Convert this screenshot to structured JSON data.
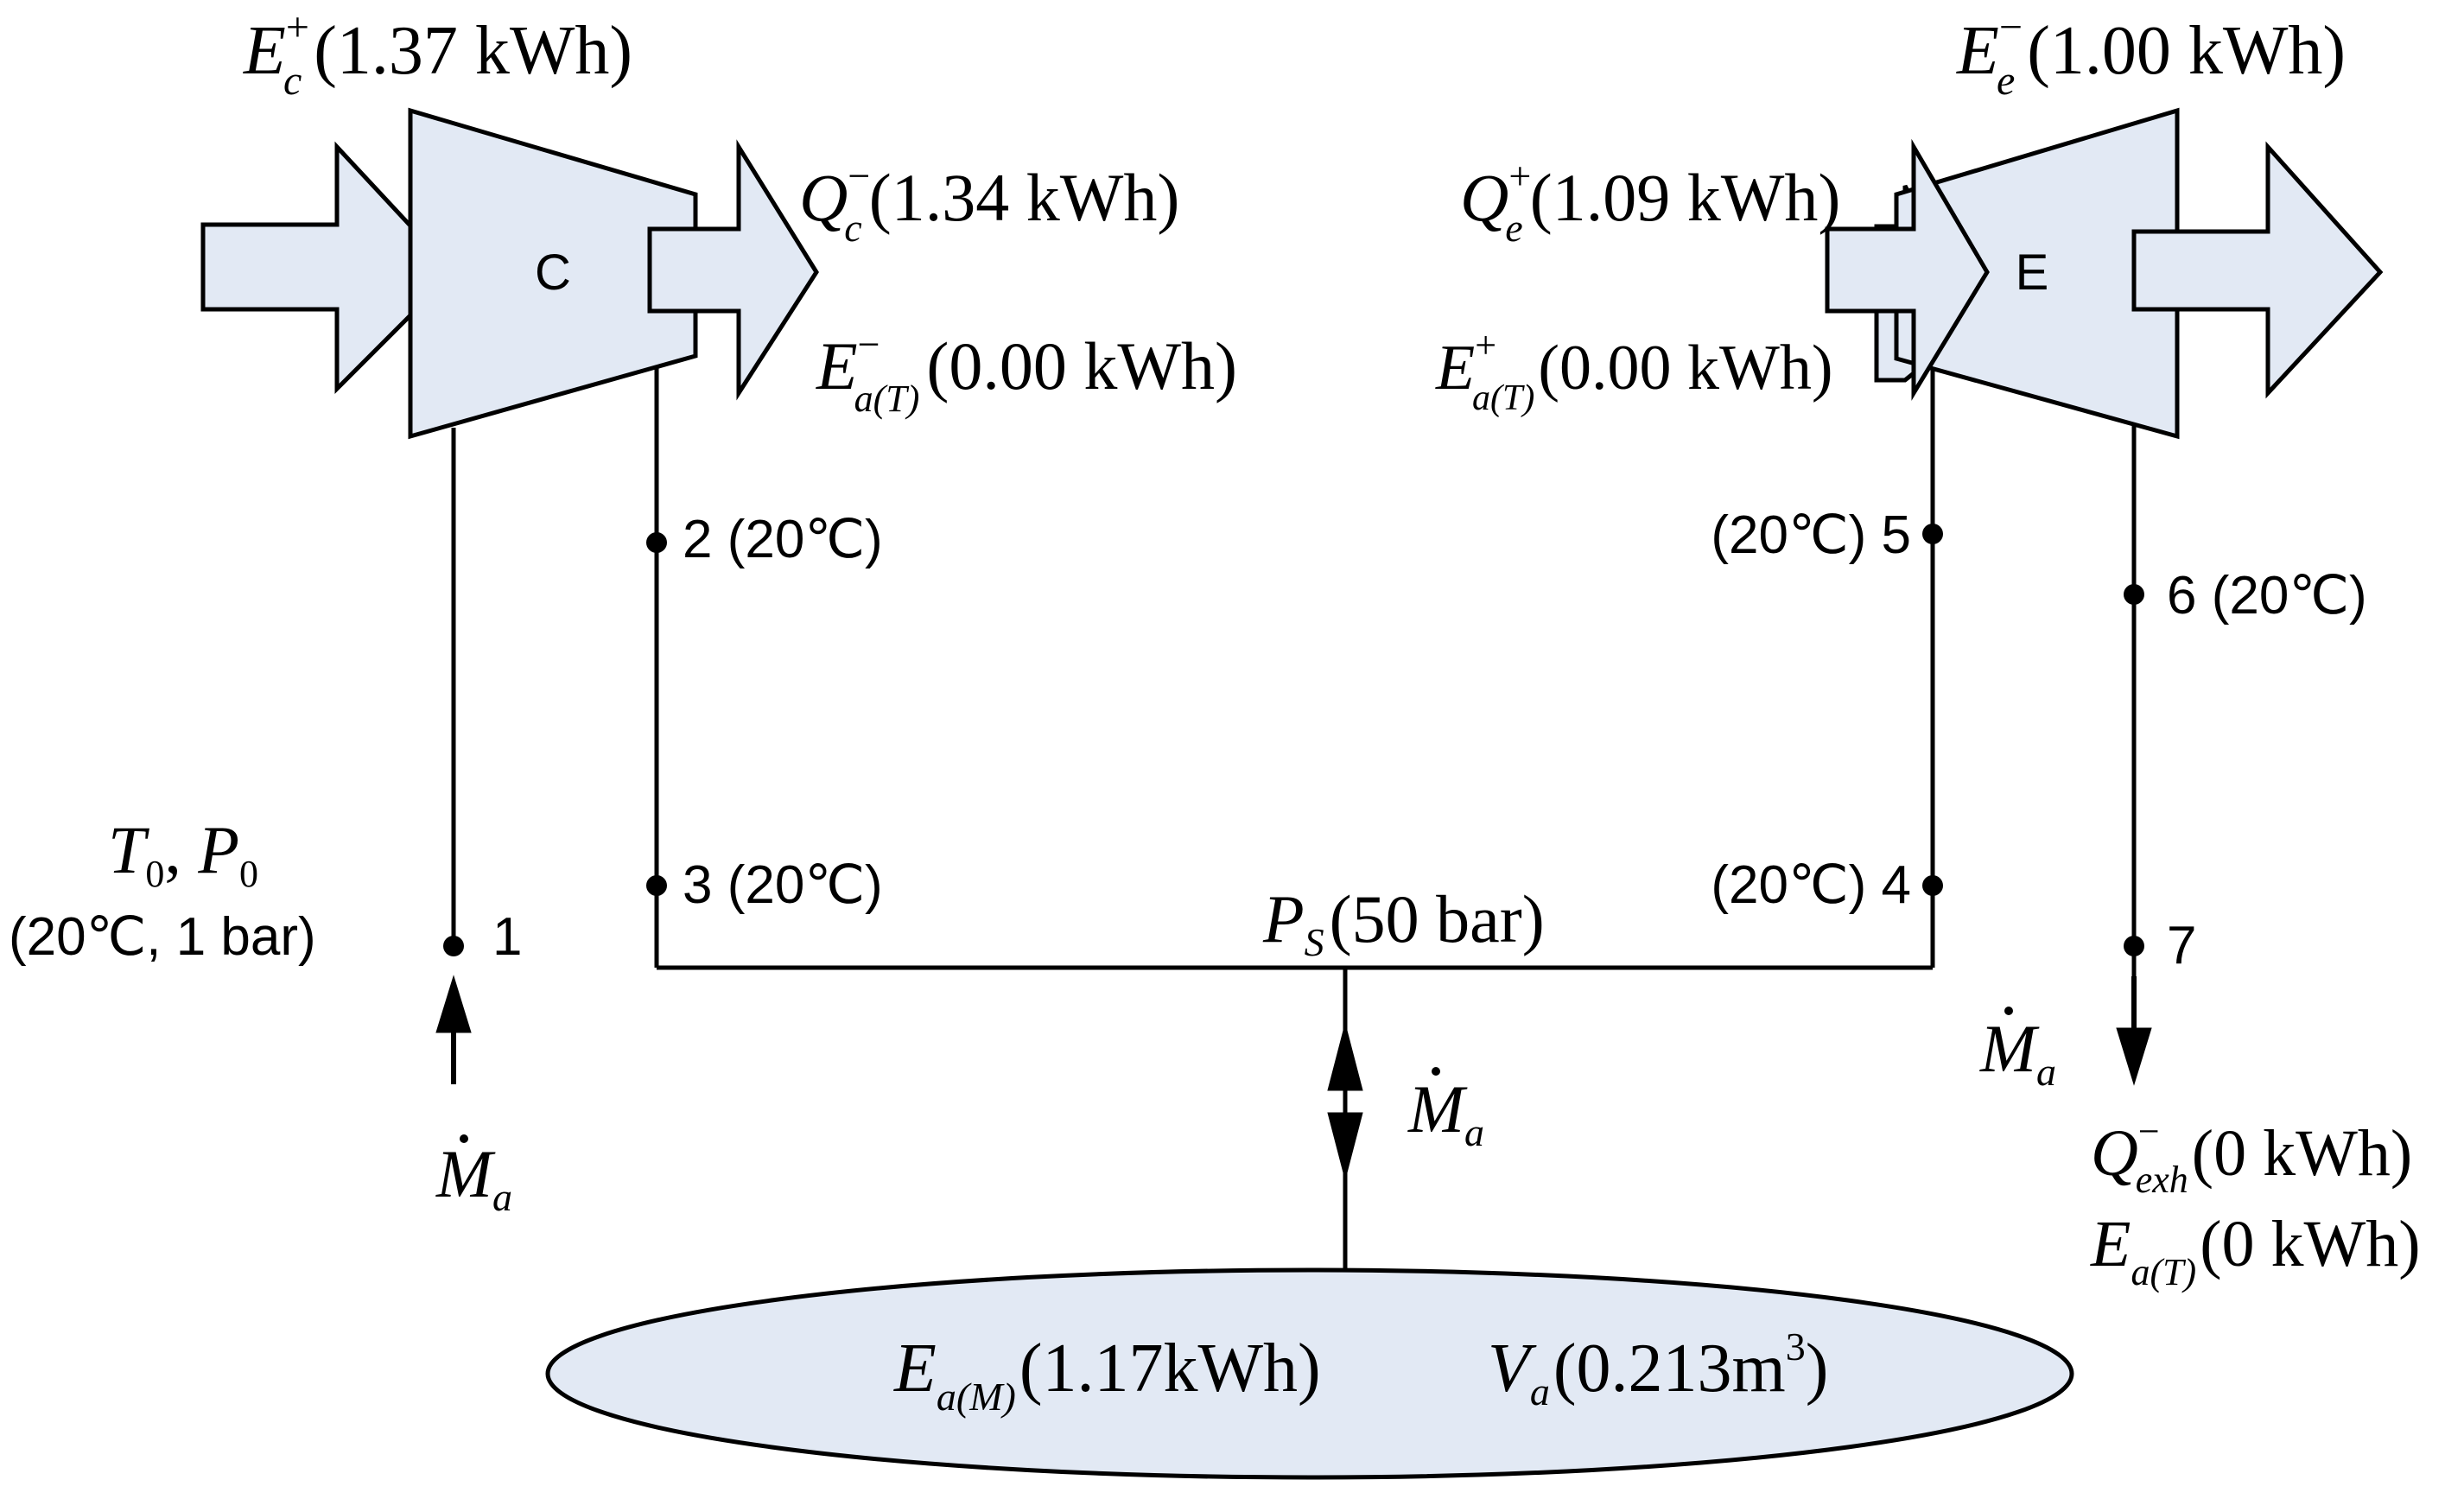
{
  "colors": {
    "fill": "#e2e9f4",
    "stroke": "#000000",
    "background": "#ffffff"
  },
  "compressor": {
    "label": "C",
    "energy_in": {
      "sym": "E",
      "sub": "c",
      "sup": "+",
      "value": "(1.37 kWh)"
    },
    "heat_out": {
      "sym": "Q",
      "sub": "c",
      "sup": "−",
      "value": "(1.34 kWh)"
    },
    "exergy_out": {
      "sym": "E",
      "sub": "a(T)",
      "sup": "−",
      "value": "(0.00 kWh)"
    }
  },
  "expander": {
    "label": "E",
    "energy_out": {
      "sym": "E",
      "sub": "e",
      "sup": "−",
      "value": "(1.00 kWh)"
    },
    "heat_in": {
      "sym": "Q",
      "sub": "e",
      "sup": "+",
      "value": "(1.09 kWh)"
    },
    "exergy_in": {
      "sym": "E",
      "sub": "a(T)",
      "sup": "+",
      "value": "(0.00 kWh)"
    }
  },
  "ambient": {
    "sym1": "T",
    "sub1": "0",
    "sym2": "P",
    "sub2": "0",
    "condition": "(20℃, 1 bar)"
  },
  "states": {
    "s1": "1",
    "s2": "2 (20℃)",
    "s3": "3 (20℃)",
    "s4": "(20℃) 4",
    "s5": "(20℃) 5",
    "s6": "6 (20℃)",
    "s7": "7"
  },
  "mass_flow": {
    "sym": "M",
    "sub": "a"
  },
  "storage_pressure": {
    "sym": "P",
    "sub": "S",
    "value": "(50 bar)"
  },
  "exhaust": {
    "heat": {
      "sym": "Q",
      "sub": "exh",
      "sup": "−",
      "value": "(0 kWh)"
    },
    "exergy": {
      "sym": "E",
      "sub": "a(T)",
      "value": "(0 kWh)"
    }
  },
  "tank": {
    "exergy": {
      "sym": "E",
      "sub": "a(M)",
      "value": "(1.17kWh)"
    },
    "volume": {
      "sym": "V",
      "sub": "a",
      "value": "(0.213m",
      "sup": "3",
      "close": ")"
    }
  }
}
